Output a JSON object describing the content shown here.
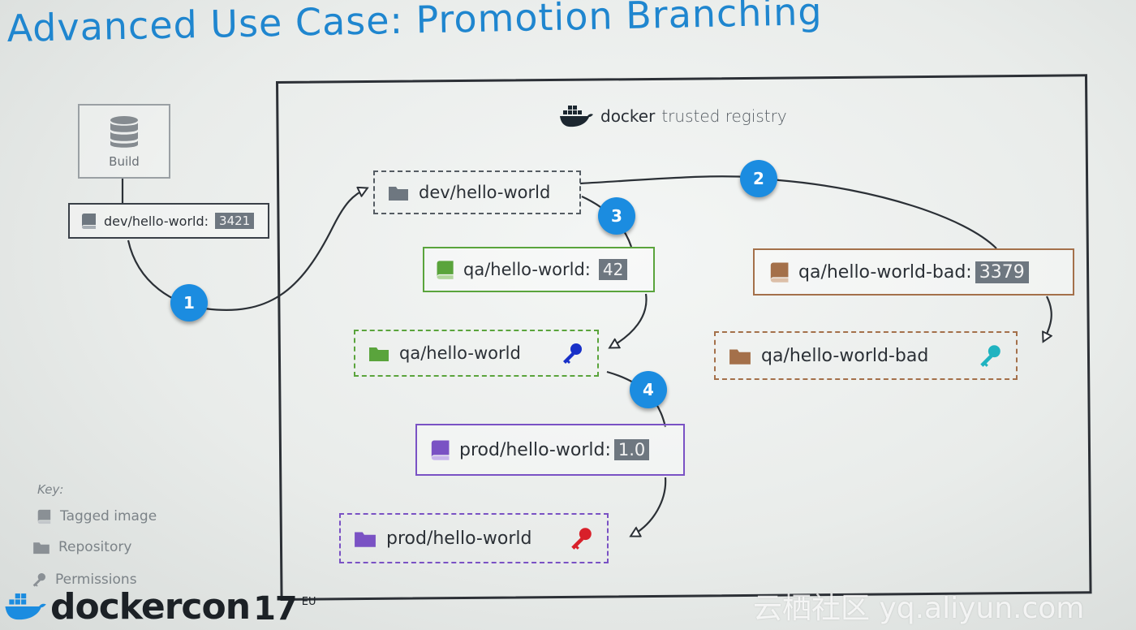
{
  "title": "Advanced Use Case: Promotion Branching",
  "registry": {
    "brand": "docker",
    "subtitle": "trusted registry"
  },
  "build": {
    "label": "Build"
  },
  "tagged_images": {
    "dev": {
      "name": "dev/hello-world:",
      "tag": "3421"
    },
    "qa": {
      "name": "qa/hello-world:",
      "tag": "42"
    },
    "qa_bad": {
      "name": "qa/hello-world-bad:",
      "tag": "3379"
    },
    "prod": {
      "name": "prod/hello-world:",
      "tag": "1.0"
    }
  },
  "repositories": {
    "dev": "dev/hello-world",
    "qa": "qa/hello-world",
    "qa_bad": "qa/hello-world-bad",
    "prod": "prod/hello-world"
  },
  "steps": [
    "1",
    "2",
    "3",
    "4"
  ],
  "key": {
    "heading": "Key:",
    "tagged_image": "Tagged image",
    "repository": "Repository",
    "permissions": "Permissions"
  },
  "footer": {
    "logo_text": "dockercon",
    "edition": "17",
    "region": "EU"
  },
  "watermark": "云栖社区 yq.aliyun.com",
  "colors": {
    "title": "#1f86cf",
    "badge": "#1b8ce0",
    "dev": "#6e7780",
    "qa": "#5aa43c",
    "qa_bad": "#a4704a",
    "prod": "#7a52c4",
    "key_blue": "#1830c8",
    "key_teal": "#1fb3c0",
    "key_red": "#d8202a"
  },
  "icons": {
    "build": "database-icon",
    "tagged_image": "book-icon",
    "repository": "folder-icon",
    "permission": "key-icon",
    "brand": "docker-whale-icon"
  }
}
